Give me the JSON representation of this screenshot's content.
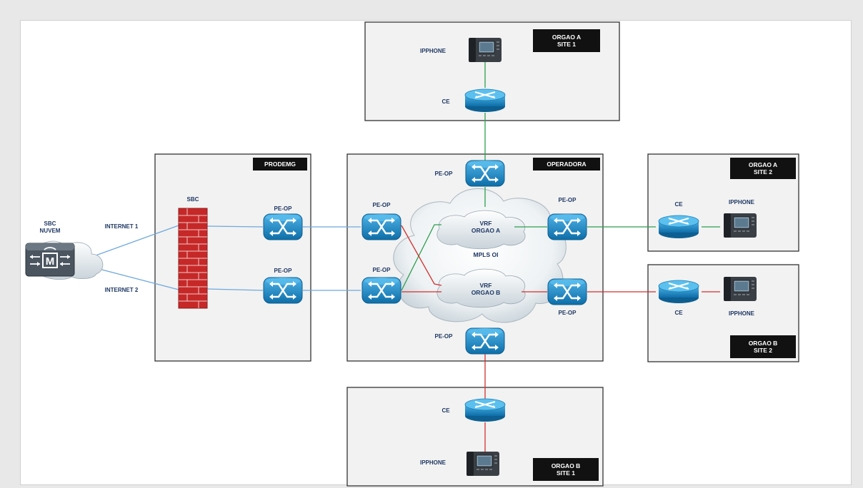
{
  "boxes": {
    "orgao_a_site1": "ORGAO A SITE 1",
    "prodemg": "PRODEMG",
    "operadora": "OPERADORA",
    "orgao_a_site2": "ORGAO A SITE 2",
    "orgao_b_site2": "ORGAO B SITE 2",
    "orgao_b_site1": "ORGAO B SITE 1"
  },
  "box_titles": {
    "orgao_a_site1": [
      "ORGAO A",
      "SITE 1"
    ],
    "prodemg": [
      "PRODEMG"
    ],
    "operadora": [
      "OPERADORA"
    ],
    "orgao_a_site2": [
      "ORGAO A",
      "SITE 2"
    ],
    "orgao_b_site2": [
      "ORGAO B",
      "SITE 2"
    ],
    "orgao_b_site1": [
      "ORGAO B",
      "SITE 1"
    ]
  },
  "labels": {
    "sbc_nuvem_1": "SBC",
    "sbc_nuvem_2": "NUVEM",
    "internet1": "INTERNET 1",
    "internet2": "INTERNET 2",
    "sbc": "SBC",
    "pe_op": "PE-OP",
    "ce": "CE",
    "ipphone": "IPPHONE",
    "vrf": "VRF",
    "orgao_a": "ORGAO A",
    "orgao_b": "ORGAO B",
    "mpls": "MPLS OI"
  },
  "colors": {
    "orgao_a_link": "#2e9e4f",
    "orgao_b_link": "#d32f2f",
    "internet_link": "#6fa8dc",
    "label_text": "#1f3864",
    "device_blue": "#1b8fc9"
  },
  "icons": [
    "router-icon",
    "ip-phone-icon",
    "firewall-icon",
    "sbc-icon",
    "cloud-icon"
  ]
}
